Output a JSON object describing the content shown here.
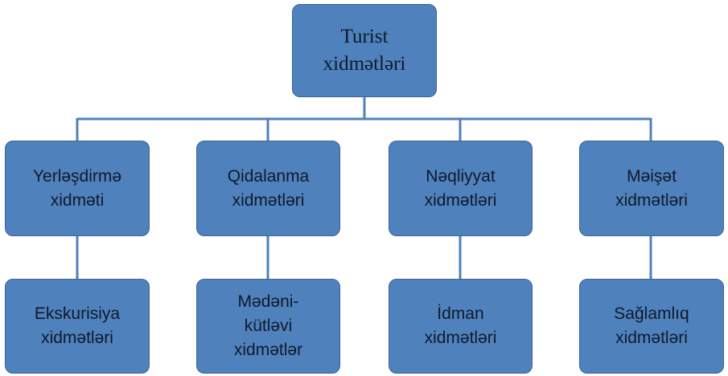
{
  "diagram": {
    "root": {
      "lines": [
        "Turist",
        "xidmətləri"
      ]
    },
    "level2": [
      {
        "lines": [
          "Yerləşdirmə",
          "xidməti"
        ]
      },
      {
        "lines": [
          "Qidalanma",
          "xidmətləri"
        ]
      },
      {
        "lines": [
          "Nəqliyyat",
          "xidmətləri"
        ]
      },
      {
        "lines": [
          "Məişət",
          "xidmətləri"
        ]
      }
    ],
    "level3": [
      {
        "lines": [
          "Ekskurisiya",
          "xidmətləri"
        ]
      },
      {
        "lines": [
          "Mədəni-",
          "kütləvi",
          "xidmətlər"
        ]
      },
      {
        "lines": [
          "İdman",
          "xidmətləri"
        ]
      },
      {
        "lines": [
          "Sağlamlıq",
          "xidmətləri"
        ]
      }
    ]
  },
  "colors": {
    "node_fill": "#4f81bd",
    "node_border": "#3a6496",
    "connector": "#4f81bd",
    "text": "#0f1a2a"
  }
}
